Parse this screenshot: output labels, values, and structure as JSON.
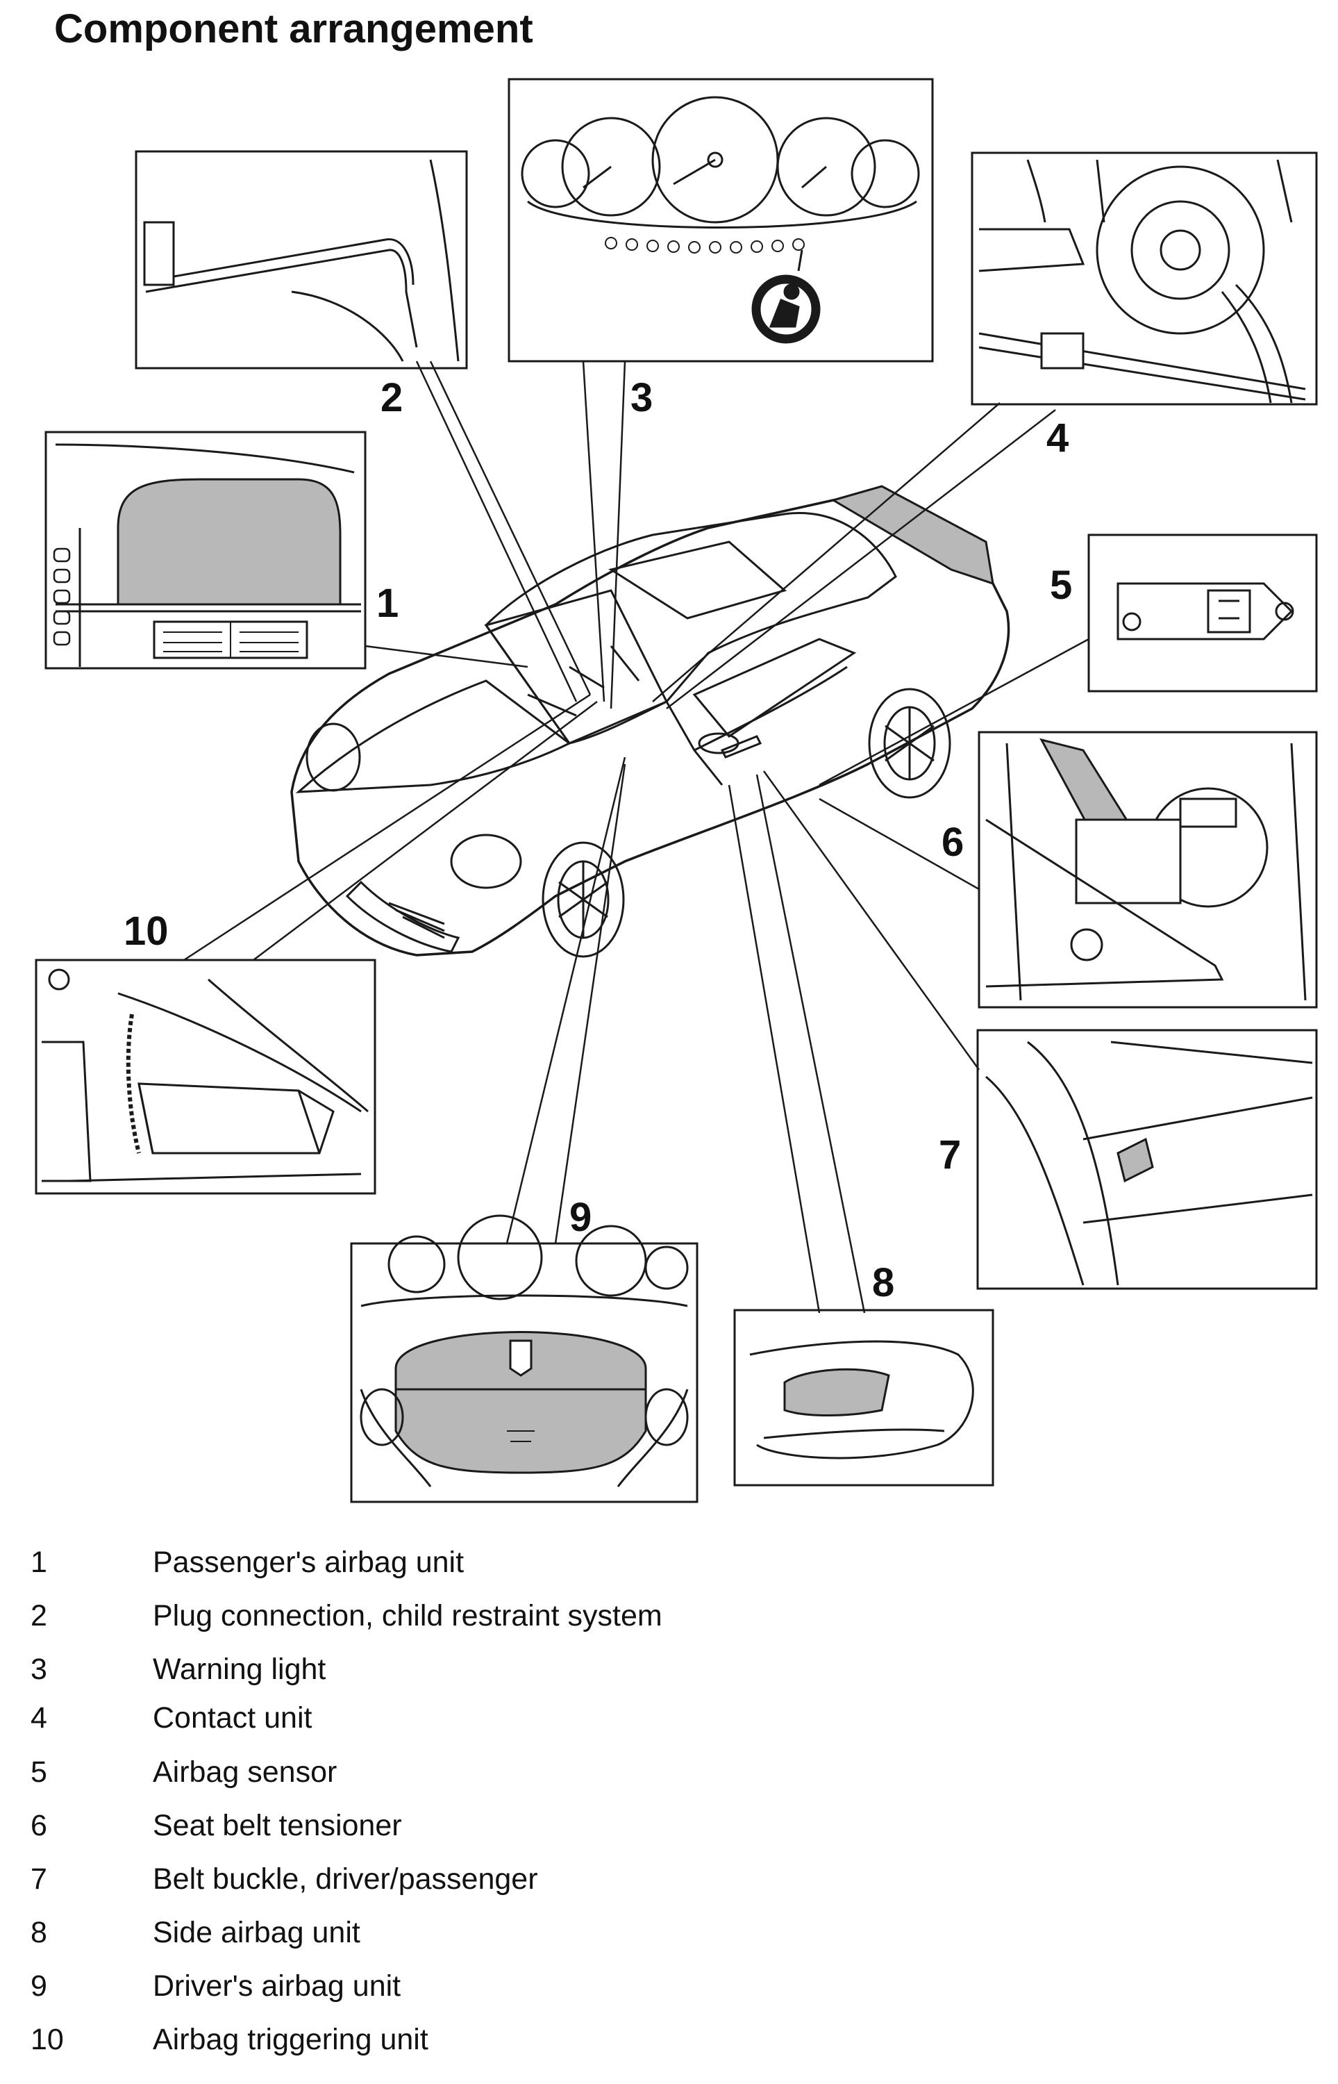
{
  "title": "Component arrangement",
  "callouts": [
    "1",
    "2",
    "3",
    "4",
    "5",
    "6",
    "7",
    "8",
    "9",
    "10"
  ],
  "legend": [
    {
      "num": "1",
      "label": "Passenger's airbag unit"
    },
    {
      "num": "2",
      "label": "Plug connection, child restraint system"
    },
    {
      "num": "3",
      "label": "Warning light"
    },
    {
      "num": "4",
      "label": "Contact unit"
    },
    {
      "num": "5",
      "label": "Airbag sensor"
    },
    {
      "num": "6",
      "label": "Seat belt tensioner"
    },
    {
      "num": "7",
      "label": "Belt buckle, driver/passenger"
    },
    {
      "num": "8",
      "label": "Side airbag unit"
    },
    {
      "num": "9",
      "label": "Driver's airbag unit"
    },
    {
      "num": "10",
      "label": "Airbag triggering unit"
    }
  ],
  "colors": {
    "line": "#1a1a1a",
    "fill_grey": "#b8b8b8",
    "paper": "#ffffff"
  }
}
